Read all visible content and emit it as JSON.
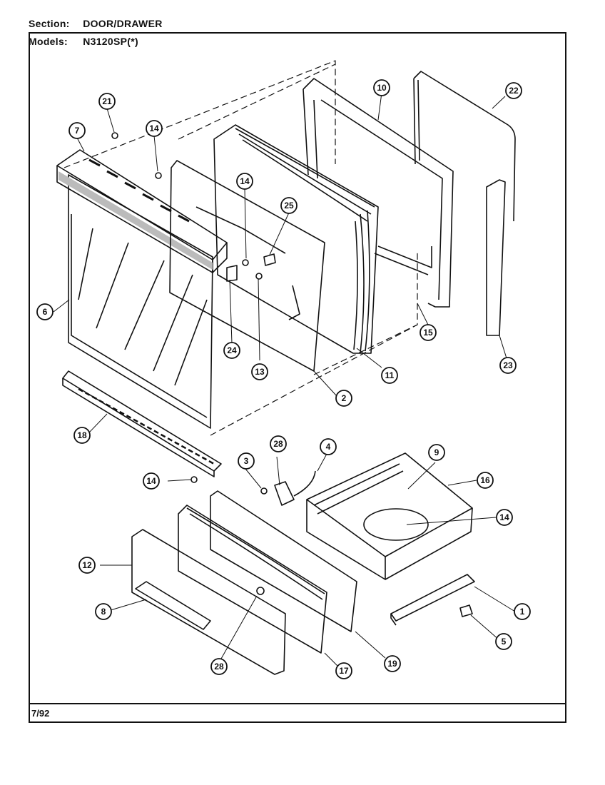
{
  "header": {
    "section_key": "Section:",
    "section_value": "DOOR/DRAWER",
    "models_key": "Models:",
    "models_value": "N3120SP(*)"
  },
  "footer": {
    "date_code": "7/92"
  },
  "callouts": [
    "1",
    "2",
    "3",
    "4",
    "5",
    "6",
    "7",
    "8",
    "9",
    "10",
    "11",
    "12",
    "13",
    "14",
    "14",
    "14",
    "14",
    "15",
    "16",
    "17",
    "18",
    "19",
    "21",
    "22",
    "23",
    "24",
    "25",
    "28",
    "28"
  ]
}
